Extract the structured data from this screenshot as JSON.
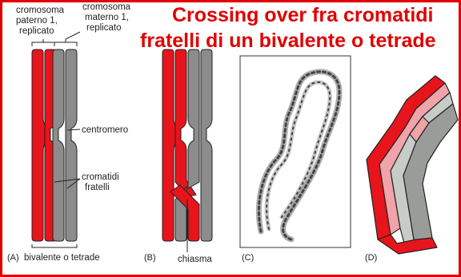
{
  "title": {
    "line1": "Crossing over fra cromatidi",
    "line2": "fratelli di un bivalente o tetrade"
  },
  "labels": {
    "paternal_line1": "cromosoma",
    "paternal_line2": "paterno 1,",
    "paternal_line3": "replicato",
    "maternal_line1": "cromosoma",
    "maternal_line2": "materno 1,",
    "maternal_line3": "replicato",
    "centromere": "centromero",
    "sister_line1": "cromatidi",
    "sister_line2": "fratelli",
    "bivalent": "bivalente o tetrade",
    "chiasma": "chiasma"
  },
  "panels": {
    "a": "(A)",
    "b": "(B)",
    "c": "(C)",
    "d": "(D)"
  },
  "colors": {
    "border": "#e00000",
    "title": "#e00000",
    "paternal_chromatid": "#e8141c",
    "maternal_chromatid": "#8c8c8c",
    "outline": "#222222",
    "light_red": "#f0a3a8",
    "light_gray": "#c8ccc8"
  }
}
